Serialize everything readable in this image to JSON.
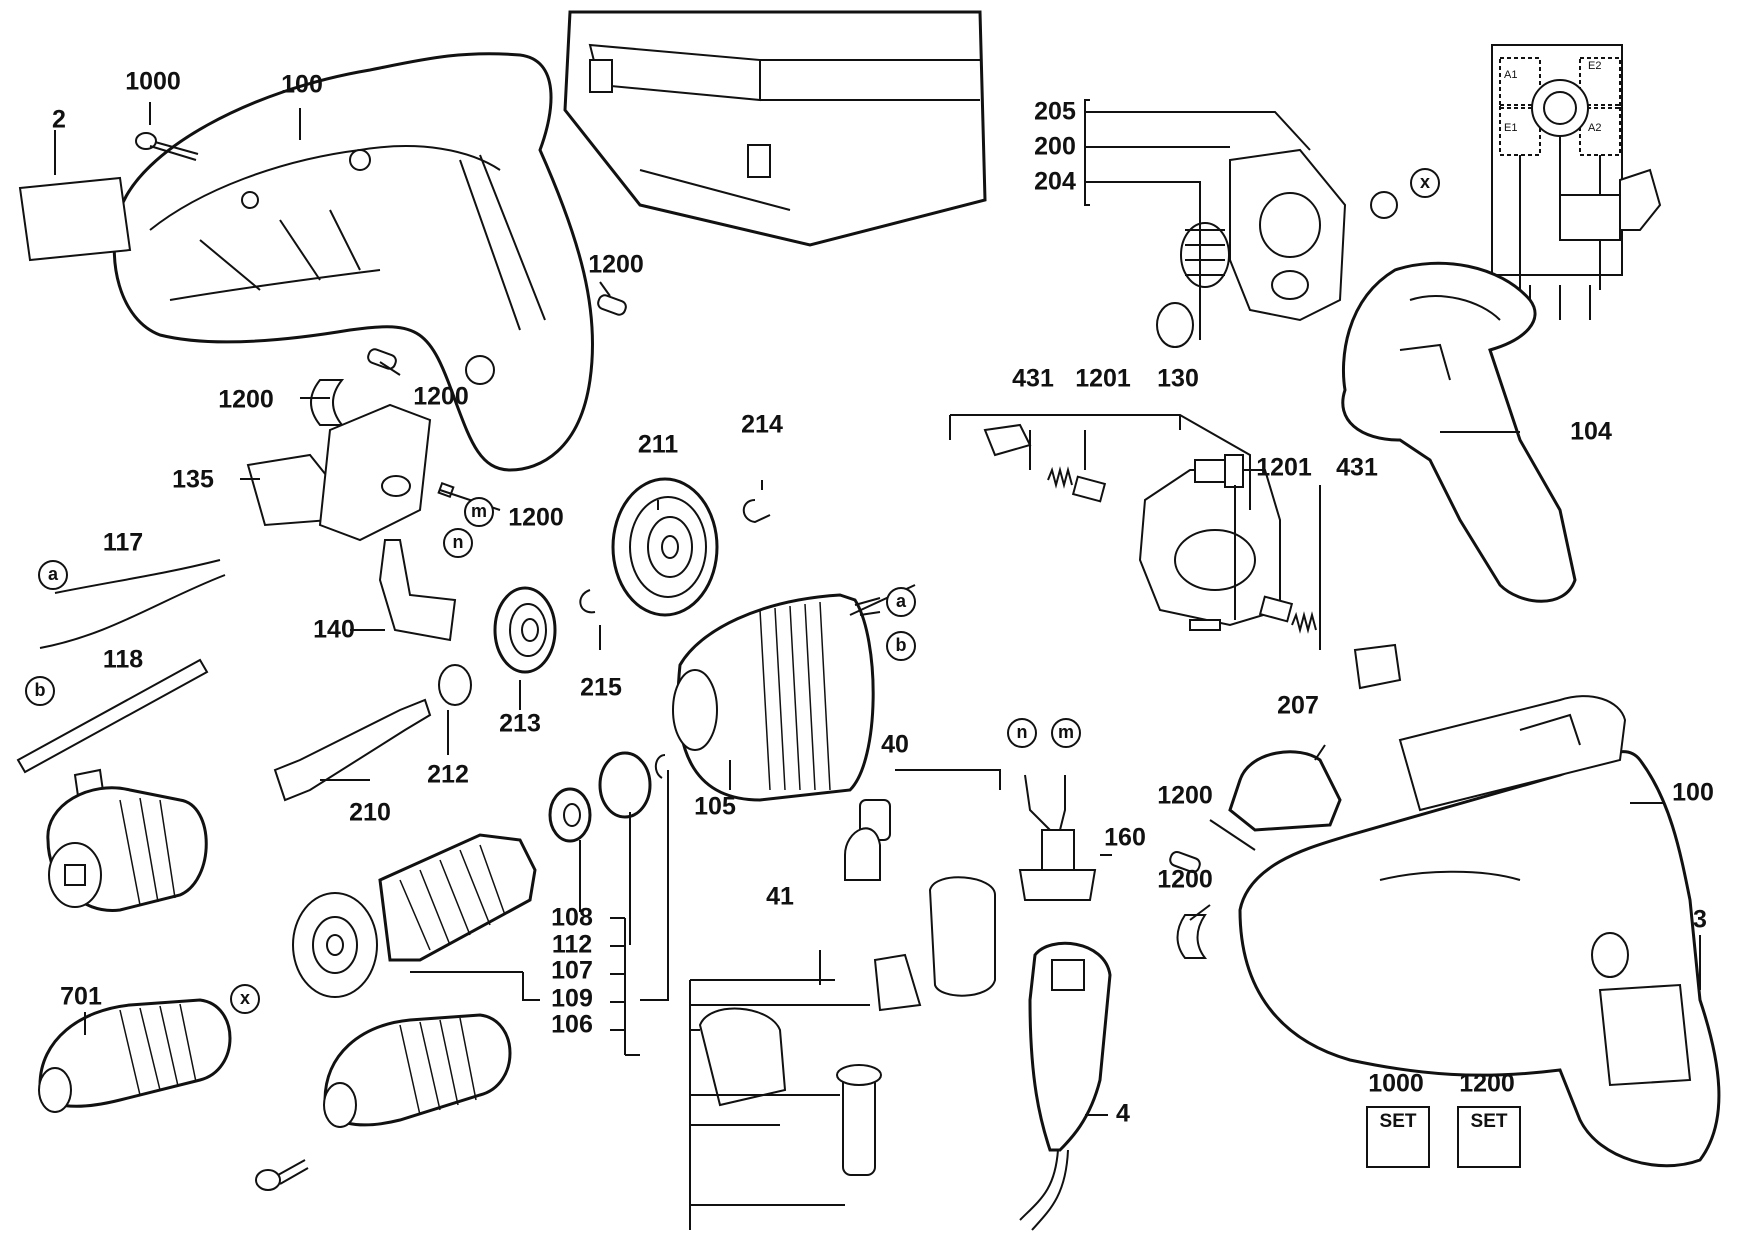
{
  "labels": {
    "l_2": "2",
    "l_1000_top": "1000",
    "l_100_top": "100",
    "l_1200_a": "1200",
    "l_1200_b": "1200",
    "l_1200_c": "1200",
    "l_1200_d": "1200",
    "l_135": "135",
    "l_117": "117",
    "l_118": "118",
    "l_140": "140",
    "l_205": "205",
    "l_200": "200",
    "l_204": "204",
    "l_431_a": "431",
    "l_1201_a": "1201",
    "l_130": "130",
    "l_1201_b": "1201",
    "l_431_b": "431",
    "l_104": "104",
    "l_214": "214",
    "l_211": "211",
    "l_215": "215",
    "l_213": "213",
    "l_212": "212",
    "l_210": "210",
    "l_105": "105",
    "l_40": "40",
    "l_41": "41",
    "l_160": "160",
    "l_207": "207",
    "l_1200_e": "1200",
    "l_100_right": "100",
    "l_1200_f": "1200",
    "l_3": "3",
    "l_108": "108",
    "l_112": "112",
    "l_107": "107",
    "l_109": "109",
    "l_106": "106",
    "l_701": "701",
    "l_4": "4",
    "l_1000_set": "1000",
    "l_1200_set": "1200"
  },
  "connectors": {
    "c_a_left": "a",
    "c_b_left": "b",
    "c_m": "m",
    "c_n": "n",
    "c_x_top": "x",
    "c_a_right": "a",
    "c_b_right": "b",
    "c_n_mid": "n",
    "c_m_mid": "m",
    "c_x_bottom": "x"
  },
  "set_boxes": {
    "set_1000": "SET",
    "set_1200": "SET"
  },
  "wiring": {
    "a1": "A1",
    "e2": "E2",
    "e1": "E1",
    "a2": "A2"
  }
}
